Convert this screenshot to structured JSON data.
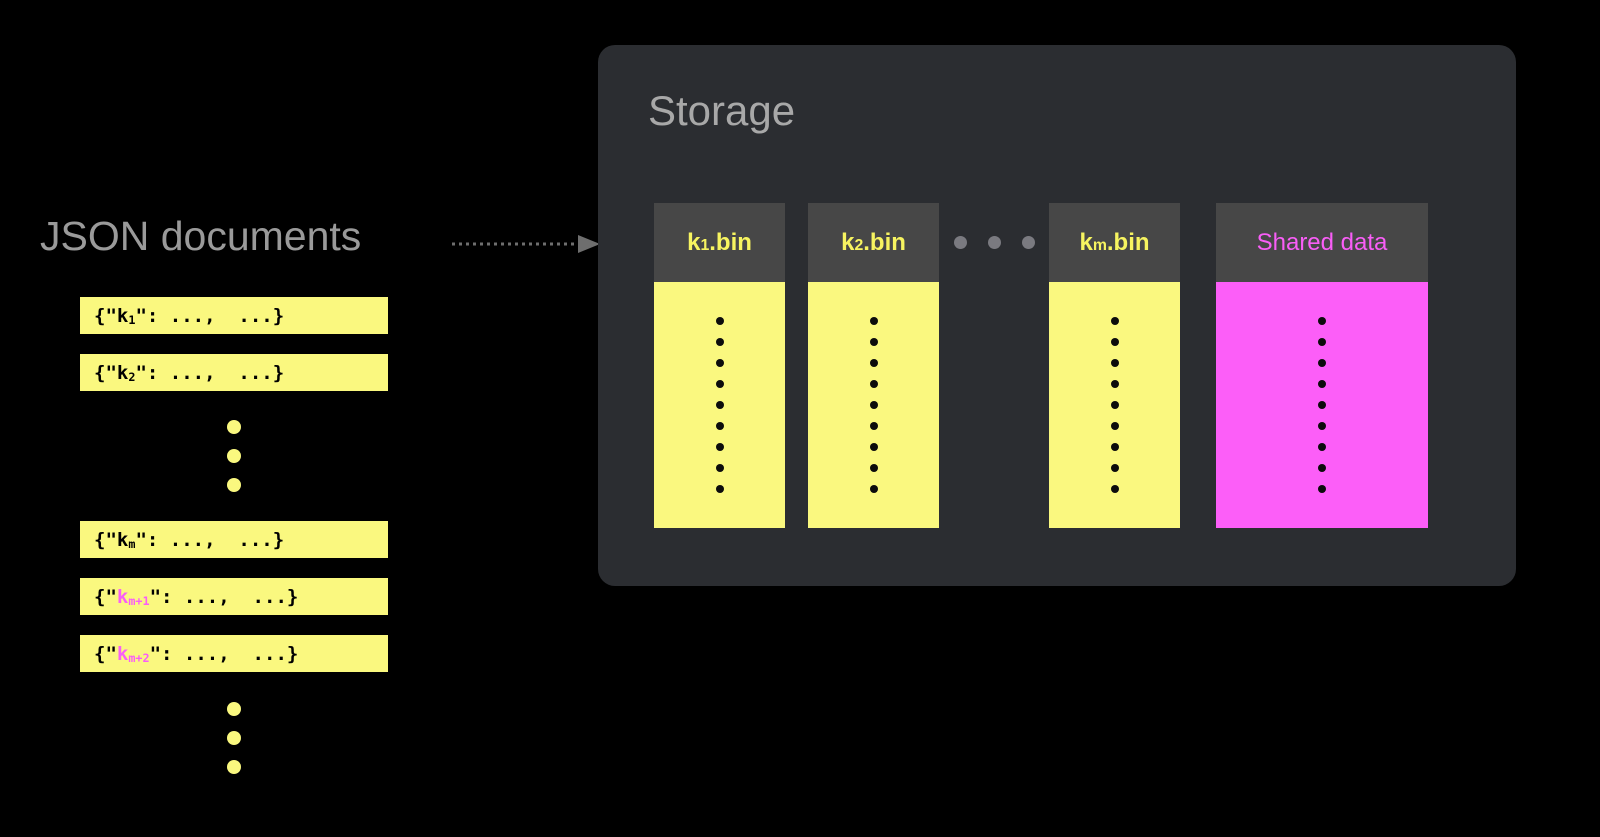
{
  "background_color": "#000000",
  "left": {
    "title": "JSON documents",
    "title_color": "#9a9a9a",
    "documents": [
      {
        "type": "doc",
        "prefix": "{\"",
        "key_base": "k",
        "key_sub": "1",
        "suffix": "\": ...,  ...}",
        "key_color": "#000000",
        "text": "{\"k1\": ...,  ...}"
      },
      {
        "type": "doc",
        "prefix": "{\"",
        "key_base": "k",
        "key_sub": "2",
        "suffix": "\": ...,  ...}",
        "key_color": "#000000",
        "text": "{\"k2\": ...,  ...}"
      },
      {
        "type": "ellipsis",
        "dots": 3,
        "dot_color": "#faf87f"
      },
      {
        "type": "doc",
        "prefix": "{\"",
        "key_base": "k",
        "key_sub": "m",
        "suffix": "\": ...,  ...}",
        "key_color": "#000000",
        "text": "{\"km\": ...,  ...}"
      },
      {
        "type": "doc",
        "prefix": "{\"",
        "key_base": "k",
        "key_sub": "m+1",
        "suffix": "\": ...,  ...}",
        "key_color": "#f95ef7",
        "text": "{\"km+1\": ...,  ...}"
      },
      {
        "type": "doc",
        "prefix": "{\"",
        "key_base": "k",
        "key_sub": "m+2",
        "suffix": "\": ...,  ...}",
        "key_color": "#f95ef7",
        "text": "{\"km+2\": ...,  ...}"
      },
      {
        "type": "ellipsis",
        "dots": 3,
        "dot_color": "#faf87f"
      }
    ],
    "doc_box_color": "#faf87f"
  },
  "connector": {
    "name": "dotted-arrow",
    "style": "dotted",
    "color": "#6e6e6e",
    "direction": "right"
  },
  "storage": {
    "title": "Storage",
    "title_color": "#a8a8a8",
    "panel_color": "#2b2d31",
    "bins": [
      {
        "label_base": "k",
        "label_sub": "1",
        "label_suffix": ".bin",
        "label": "k1.bin",
        "header_color": "#474747",
        "label_color": "#f7f460",
        "body_color": "#faf87f",
        "dot_count": 9,
        "dot_color": "#0c0c0c",
        "shared": false
      },
      {
        "label_base": "k",
        "label_sub": "2",
        "label_suffix": ".bin",
        "label": "k2.bin",
        "header_color": "#474747",
        "label_color": "#f7f460",
        "body_color": "#faf87f",
        "dot_count": 9,
        "dot_color": "#0c0c0c",
        "shared": false
      },
      {
        "type": "ellipsis",
        "dots": 3,
        "dot_color": "#7a7a80"
      },
      {
        "label_base": "k",
        "label_sub": "m",
        "label_suffix": ".bin",
        "label": "km.bin",
        "header_color": "#474747",
        "label_color": "#f7f460",
        "body_color": "#faf87f",
        "dot_count": 9,
        "dot_color": "#0c0c0c",
        "shared": false
      },
      {
        "label_base": "Shared data",
        "label_sub": "",
        "label_suffix": "",
        "label": "Shared data",
        "header_color": "#474747",
        "label_color": "#f95ef7",
        "body_color": "#fc5ef8",
        "dot_count": 9,
        "dot_color": "#0c0c0c",
        "shared": true
      }
    ]
  }
}
